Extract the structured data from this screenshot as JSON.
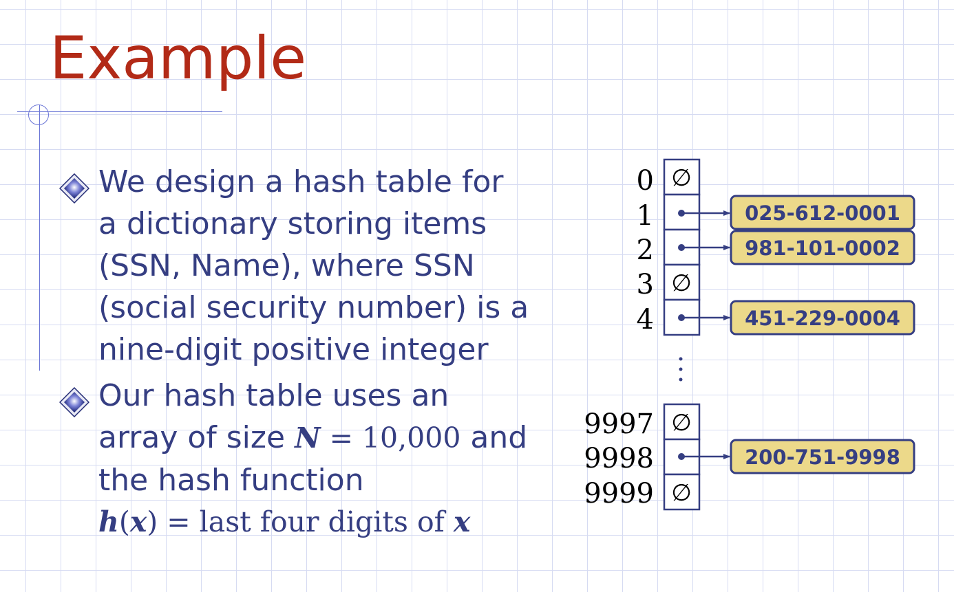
{
  "title": "Example",
  "bullets": [
    {
      "lines": [
        "We design a hash table for",
        "a dictionary storing items",
        "(SSN, Name), where SSN",
        "(social security number) is a",
        "nine-digit positive integer"
      ]
    },
    {
      "line1": "Our hash table uses an",
      "line2_pre": "array of size ",
      "line2_var": "N",
      "line2_eq": " = 10,000",
      "line2_post": " and",
      "line3": "the hash function",
      "line4_h": "h",
      "line4_open": "(",
      "line4_x": "x",
      "line4_close": ") = last four digits of ",
      "line4_x2": "x"
    }
  ],
  "table": {
    "rows": [
      {
        "index": "0",
        "cell": "∅",
        "key": ""
      },
      {
        "index": "1",
        "cell": "•",
        "key": "025-612-0001"
      },
      {
        "index": "2",
        "cell": "•",
        "key": "981-101-0002"
      },
      {
        "index": "3",
        "cell": "∅",
        "key": ""
      },
      {
        "index": "4",
        "cell": "•",
        "key": "451-229-0004"
      },
      {
        "index": "9997",
        "cell": "∅",
        "key": ""
      },
      {
        "index": "9998",
        "cell": "•",
        "key": "200-751-9998"
      },
      {
        "index": "9999",
        "cell": "∅",
        "key": ""
      }
    ],
    "ellipsis": "⋮"
  },
  "colors": {
    "title": "#b22a17",
    "text": "#353e82",
    "key_fill": "#ecd98a",
    "key_stroke": "#353e82",
    "grid": "#d6dbf2"
  },
  "icons": [
    "diamond-bullet-icon",
    "empty-slot-icon",
    "pointer-arrow-icon"
  ]
}
